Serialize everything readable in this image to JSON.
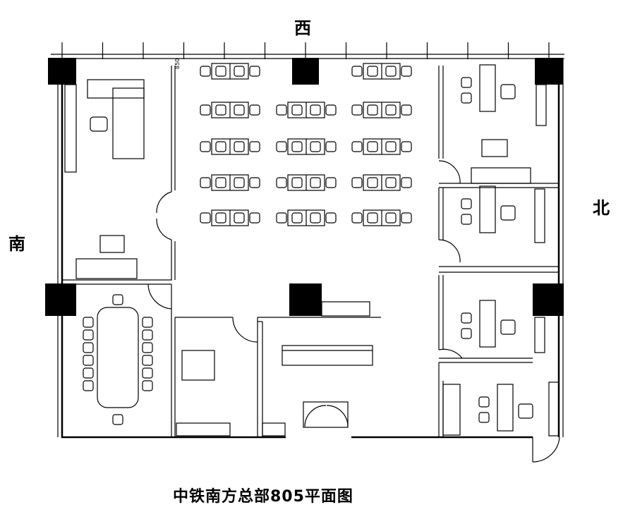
{
  "orientation": {
    "west": "西",
    "south": "南",
    "north": "北"
  },
  "title": "中铁南方总部805平面图",
  "dimension_note": "850",
  "colors": {
    "line": "#000000",
    "column_fill": "#000000",
    "background": "#ffffff",
    "furniture_fill": "#ffffff"
  }
}
